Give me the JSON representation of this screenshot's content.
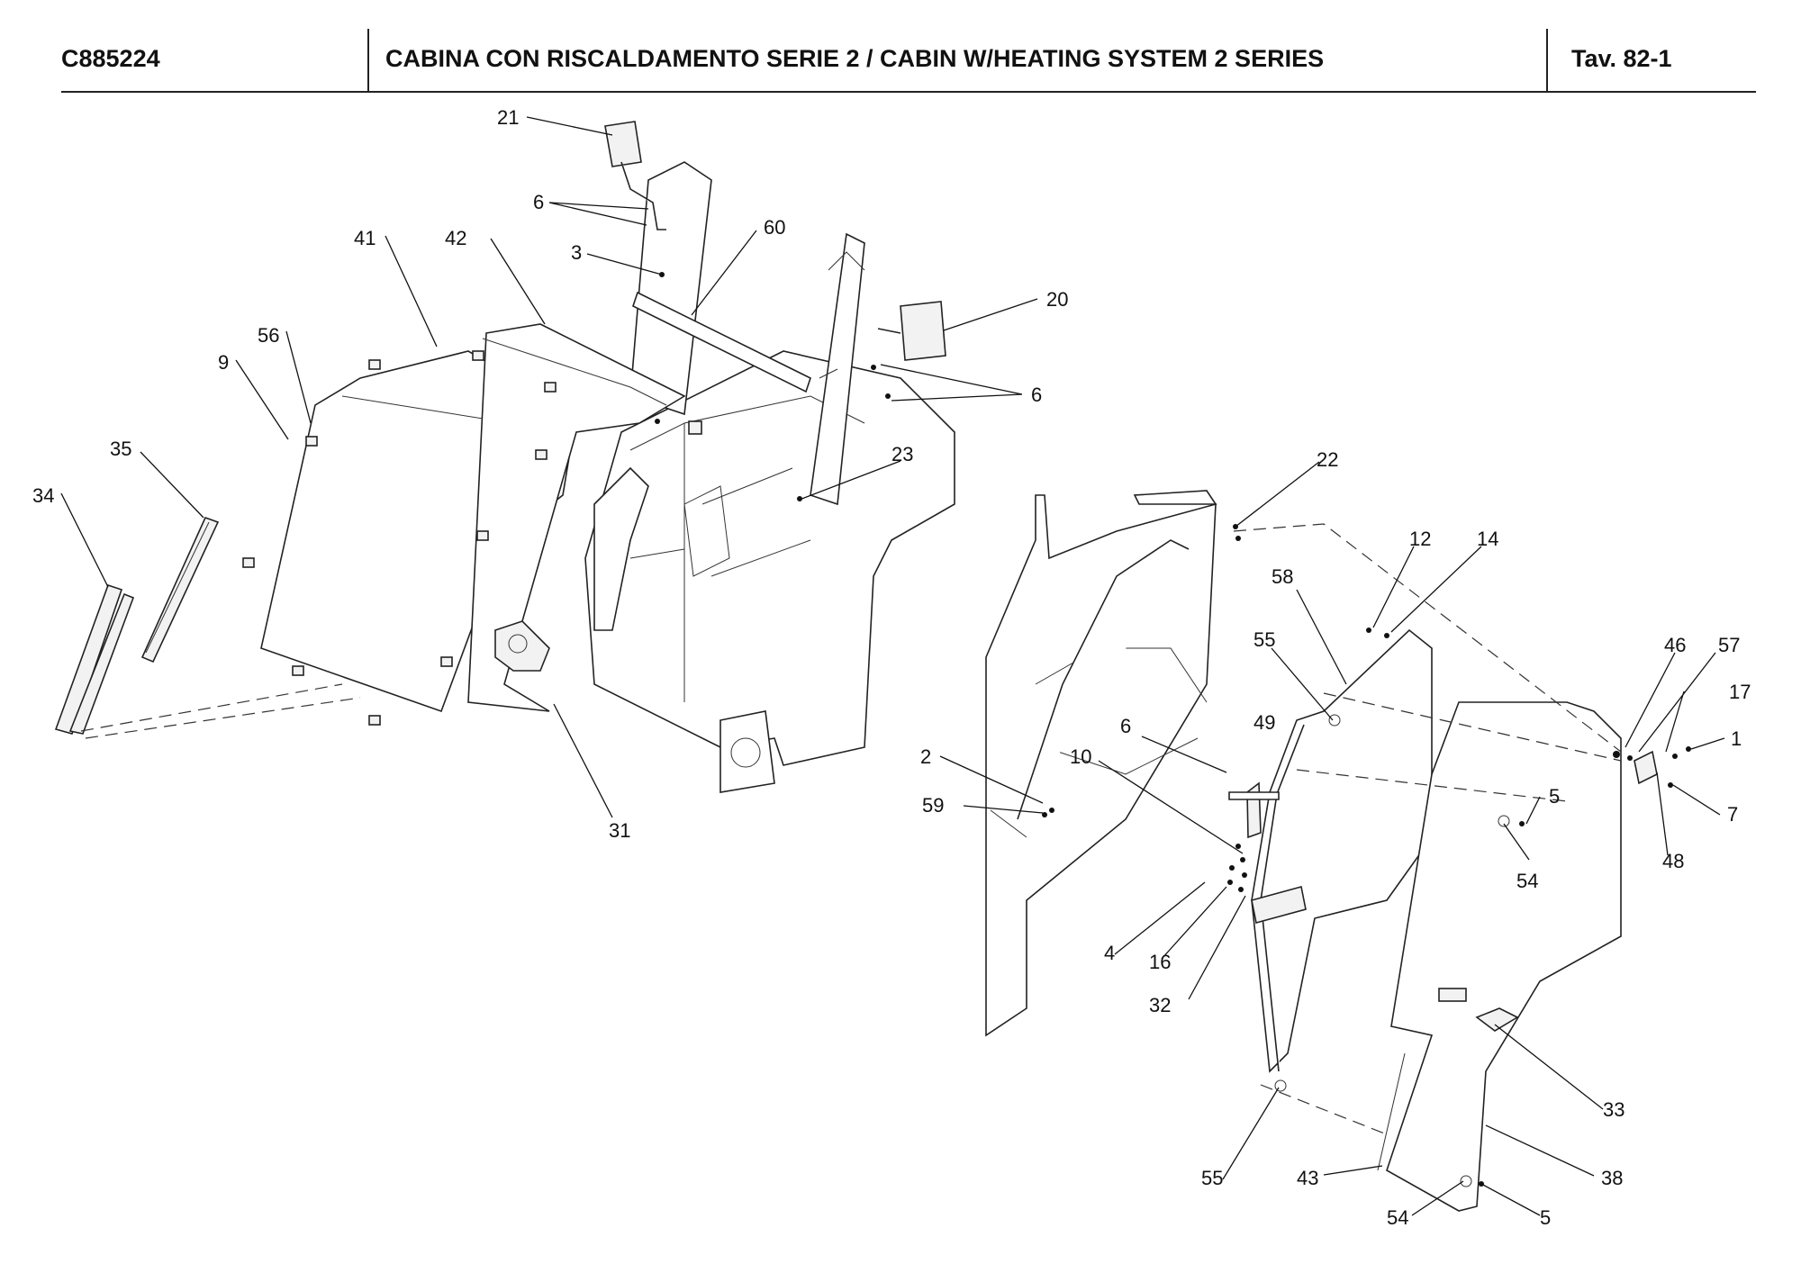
{
  "header": {
    "code": "C885224",
    "title": "CABINA CON RISCALDAMENTO SERIE 2 / CABIN W/HEATING SYSTEM 2 SERIES",
    "sheet": "Tav.  82-1"
  },
  "callouts": {
    "c21": "21",
    "c6a": "6",
    "c3": "3",
    "c60": "60",
    "c41": "41",
    "c42": "42",
    "c56": "56",
    "c9": "9",
    "c35": "35",
    "c34": "34",
    "c20": "20",
    "c6b": "6",
    "c23": "23",
    "c31": "31",
    "c22": "22",
    "c12": "12",
    "c14": "14",
    "c58": "58",
    "c55a": "55",
    "c46": "46",
    "c57": "57",
    "c17": "17",
    "c1": "1",
    "c6c": "6",
    "c49": "49",
    "c2": "2",
    "c10": "10",
    "c59": "59",
    "c5a": "5",
    "c7": "7",
    "c54a": "54",
    "c48": "48",
    "c4": "4",
    "c16": "16",
    "c32": "32",
    "c33": "33",
    "c55b": "55",
    "c43": "43",
    "c38": "38",
    "c54b": "54",
    "c5b": "5"
  }
}
